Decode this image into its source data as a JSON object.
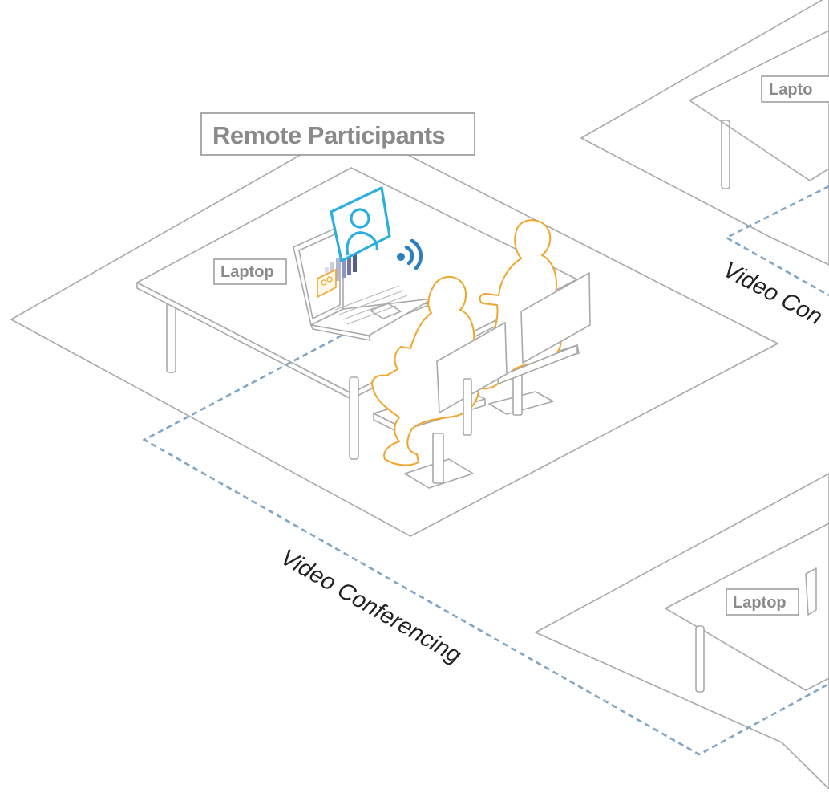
{
  "main_scene": {
    "title": "Remote Participants",
    "laptop_label": "Laptop",
    "link_label": "Video Conferencing"
  },
  "top_right_scene": {
    "laptop_label": "Lapto",
    "link_label": "Video Con"
  },
  "bottom_right_scene": {
    "laptop_label": "Laptop"
  },
  "colors": {
    "outline": "#a9a9a9",
    "person": "#f0a52c",
    "video_icon": "#2baee0",
    "signal": "#2b7fc1",
    "connection": "#7fa6c6"
  },
  "icons": [
    "video-call-icon",
    "wifi-signal-icon",
    "laptop-icon",
    "chair-icon",
    "table-icon",
    "person-icon"
  ]
}
